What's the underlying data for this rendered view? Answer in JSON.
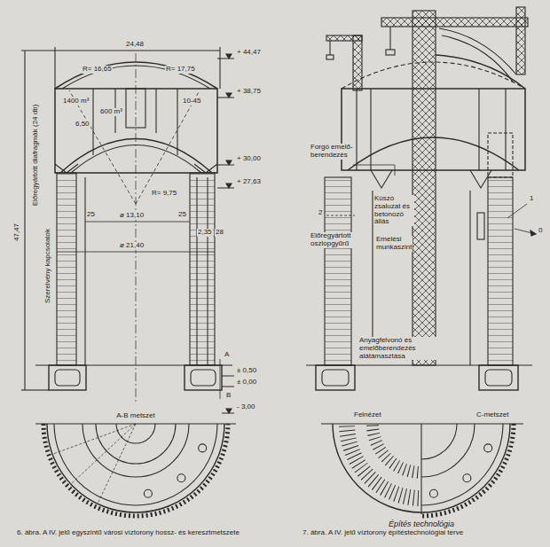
{
  "diagram": {
    "labels": [
      "24,48",
      "+ 44,47",
      "R= 16,65",
      "R= 17,75",
      "1400 m³",
      "600 m³",
      "10-45",
      "6,50",
      "+ 38,75",
      "+ 30,00",
      "+ 27,63",
      "R= 9,75",
      "Előregyártott diafragmák (24 db)",
      "Szerelvény kapcsolatok",
      "47,47",
      "25",
      "ø 13,10",
      "25",
      "2,35",
      "28",
      "ø 21,40",
      "A",
      "± 0,50",
      "± 0,00",
      "B",
      "- 3,00",
      "A-B metszet",
      "Forgó emelő-berendezés",
      "2",
      "Kúszó zsaluzat és betonozó állás",
      "Előregyártott oszlopgyűrű",
      "Emelési munkaszint",
      "1",
      "0",
      "Anyagfelvonó és emelőberendezés alátámasztása",
      "Felnézet",
      "C-metszet",
      "Építés technológia",
      "6. ábra. A IV. jelű egyszintű városi víztorony hossz- és keresztmetszete",
      "7. ábra. A IV. jelű víztorony építéstechnológiai terve"
    ]
  }
}
